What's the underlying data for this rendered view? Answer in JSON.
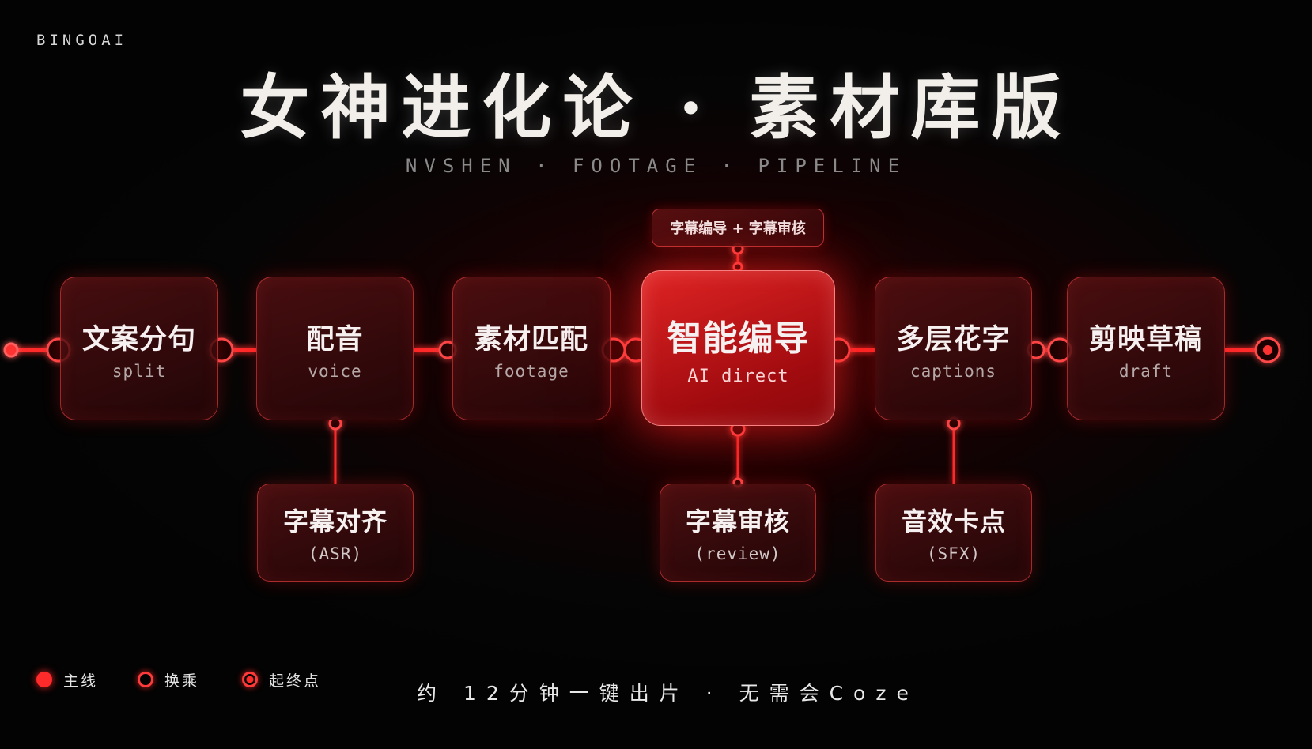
{
  "brand": "BINGOAI",
  "title": "女神进化论 · 素材库版",
  "subtitle": "NVSHEN · FOOTAGE · PIPELINE",
  "top_tag": "字幕编导 + 字幕审核",
  "main_nodes": [
    {
      "zh": "文案分句",
      "en": "split"
    },
    {
      "zh": "配音",
      "en": "voice"
    },
    {
      "zh": "素材匹配",
      "en": "footage"
    },
    {
      "zh": "智能编导",
      "en": "AI direct"
    },
    {
      "zh": "多层花字",
      "en": "captions"
    },
    {
      "zh": "剪映草稿",
      "en": "draft"
    }
  ],
  "sub_nodes": [
    {
      "zh": "字幕对齐",
      "en": "(ASR)"
    },
    {
      "zh": "字幕审核",
      "en": "(review)"
    },
    {
      "zh": "音效卡点",
      "en": "(SFX)"
    }
  ],
  "legend": [
    {
      "label": "主线",
      "icon": "filled-dot-icon"
    },
    {
      "label": "换乘",
      "icon": "ring-dot-icon"
    },
    {
      "label": "起终点",
      "icon": "target-dot-icon"
    }
  ],
  "footer": "约 12分钟一键出片 · 无需会Coze",
  "colors": {
    "accent": "#ff2a2a",
    "background": "#050505",
    "node_fill": "#3a0a0c",
    "center_fill": "#d41a1f"
  }
}
